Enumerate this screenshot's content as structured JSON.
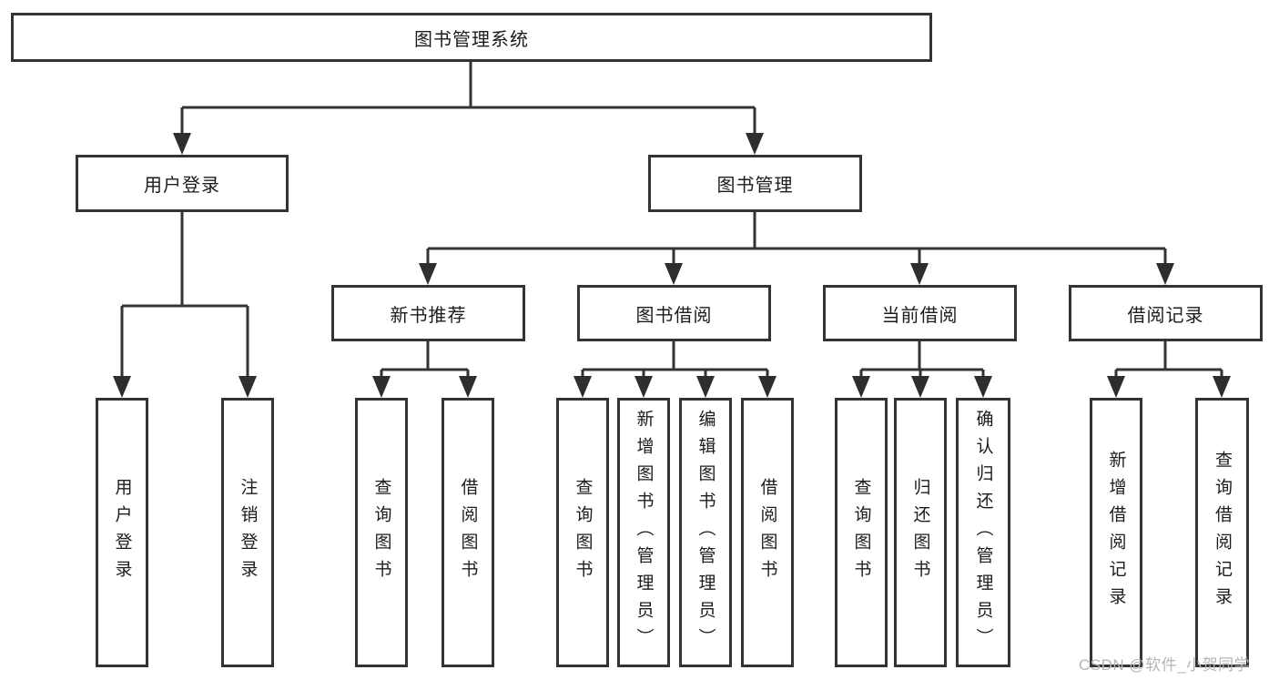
{
  "tree": {
    "root": {
      "label": "图书管理系统",
      "children": [
        {
          "label": "用户登录",
          "children": [
            {
              "label": "用户登录"
            },
            {
              "label": "注销登录"
            }
          ]
        },
        {
          "label": "图书管理",
          "children": [
            {
              "label": "新书推荐",
              "children": [
                {
                  "label": "查询图书"
                },
                {
                  "label": "借阅图书"
                }
              ]
            },
            {
              "label": "图书借阅",
              "children": [
                {
                  "label": "查询图书"
                },
                {
                  "label": "新增图书（管理员）"
                },
                {
                  "label": "编辑图书（管理员）"
                },
                {
                  "label": "借阅图书"
                }
              ]
            },
            {
              "label": "当前借阅",
              "children": [
                {
                  "label": "查询图书"
                },
                {
                  "label": "归还图书"
                },
                {
                  "label": "确认归还（管理员）"
                }
              ]
            },
            {
              "label": "借阅记录",
              "children": [
                {
                  "label": "新增借阅记录"
                },
                {
                  "label": "查询借阅记录"
                }
              ]
            }
          ]
        }
      ]
    }
  },
  "watermark": {
    "text": "CSDN @软件_小贺同学"
  },
  "colors": {
    "line": "#333333",
    "arrow": "#2e2e2e",
    "text": "#1c1c1c",
    "watermark": "#b5b5b5",
    "background": "#ffffff"
  }
}
